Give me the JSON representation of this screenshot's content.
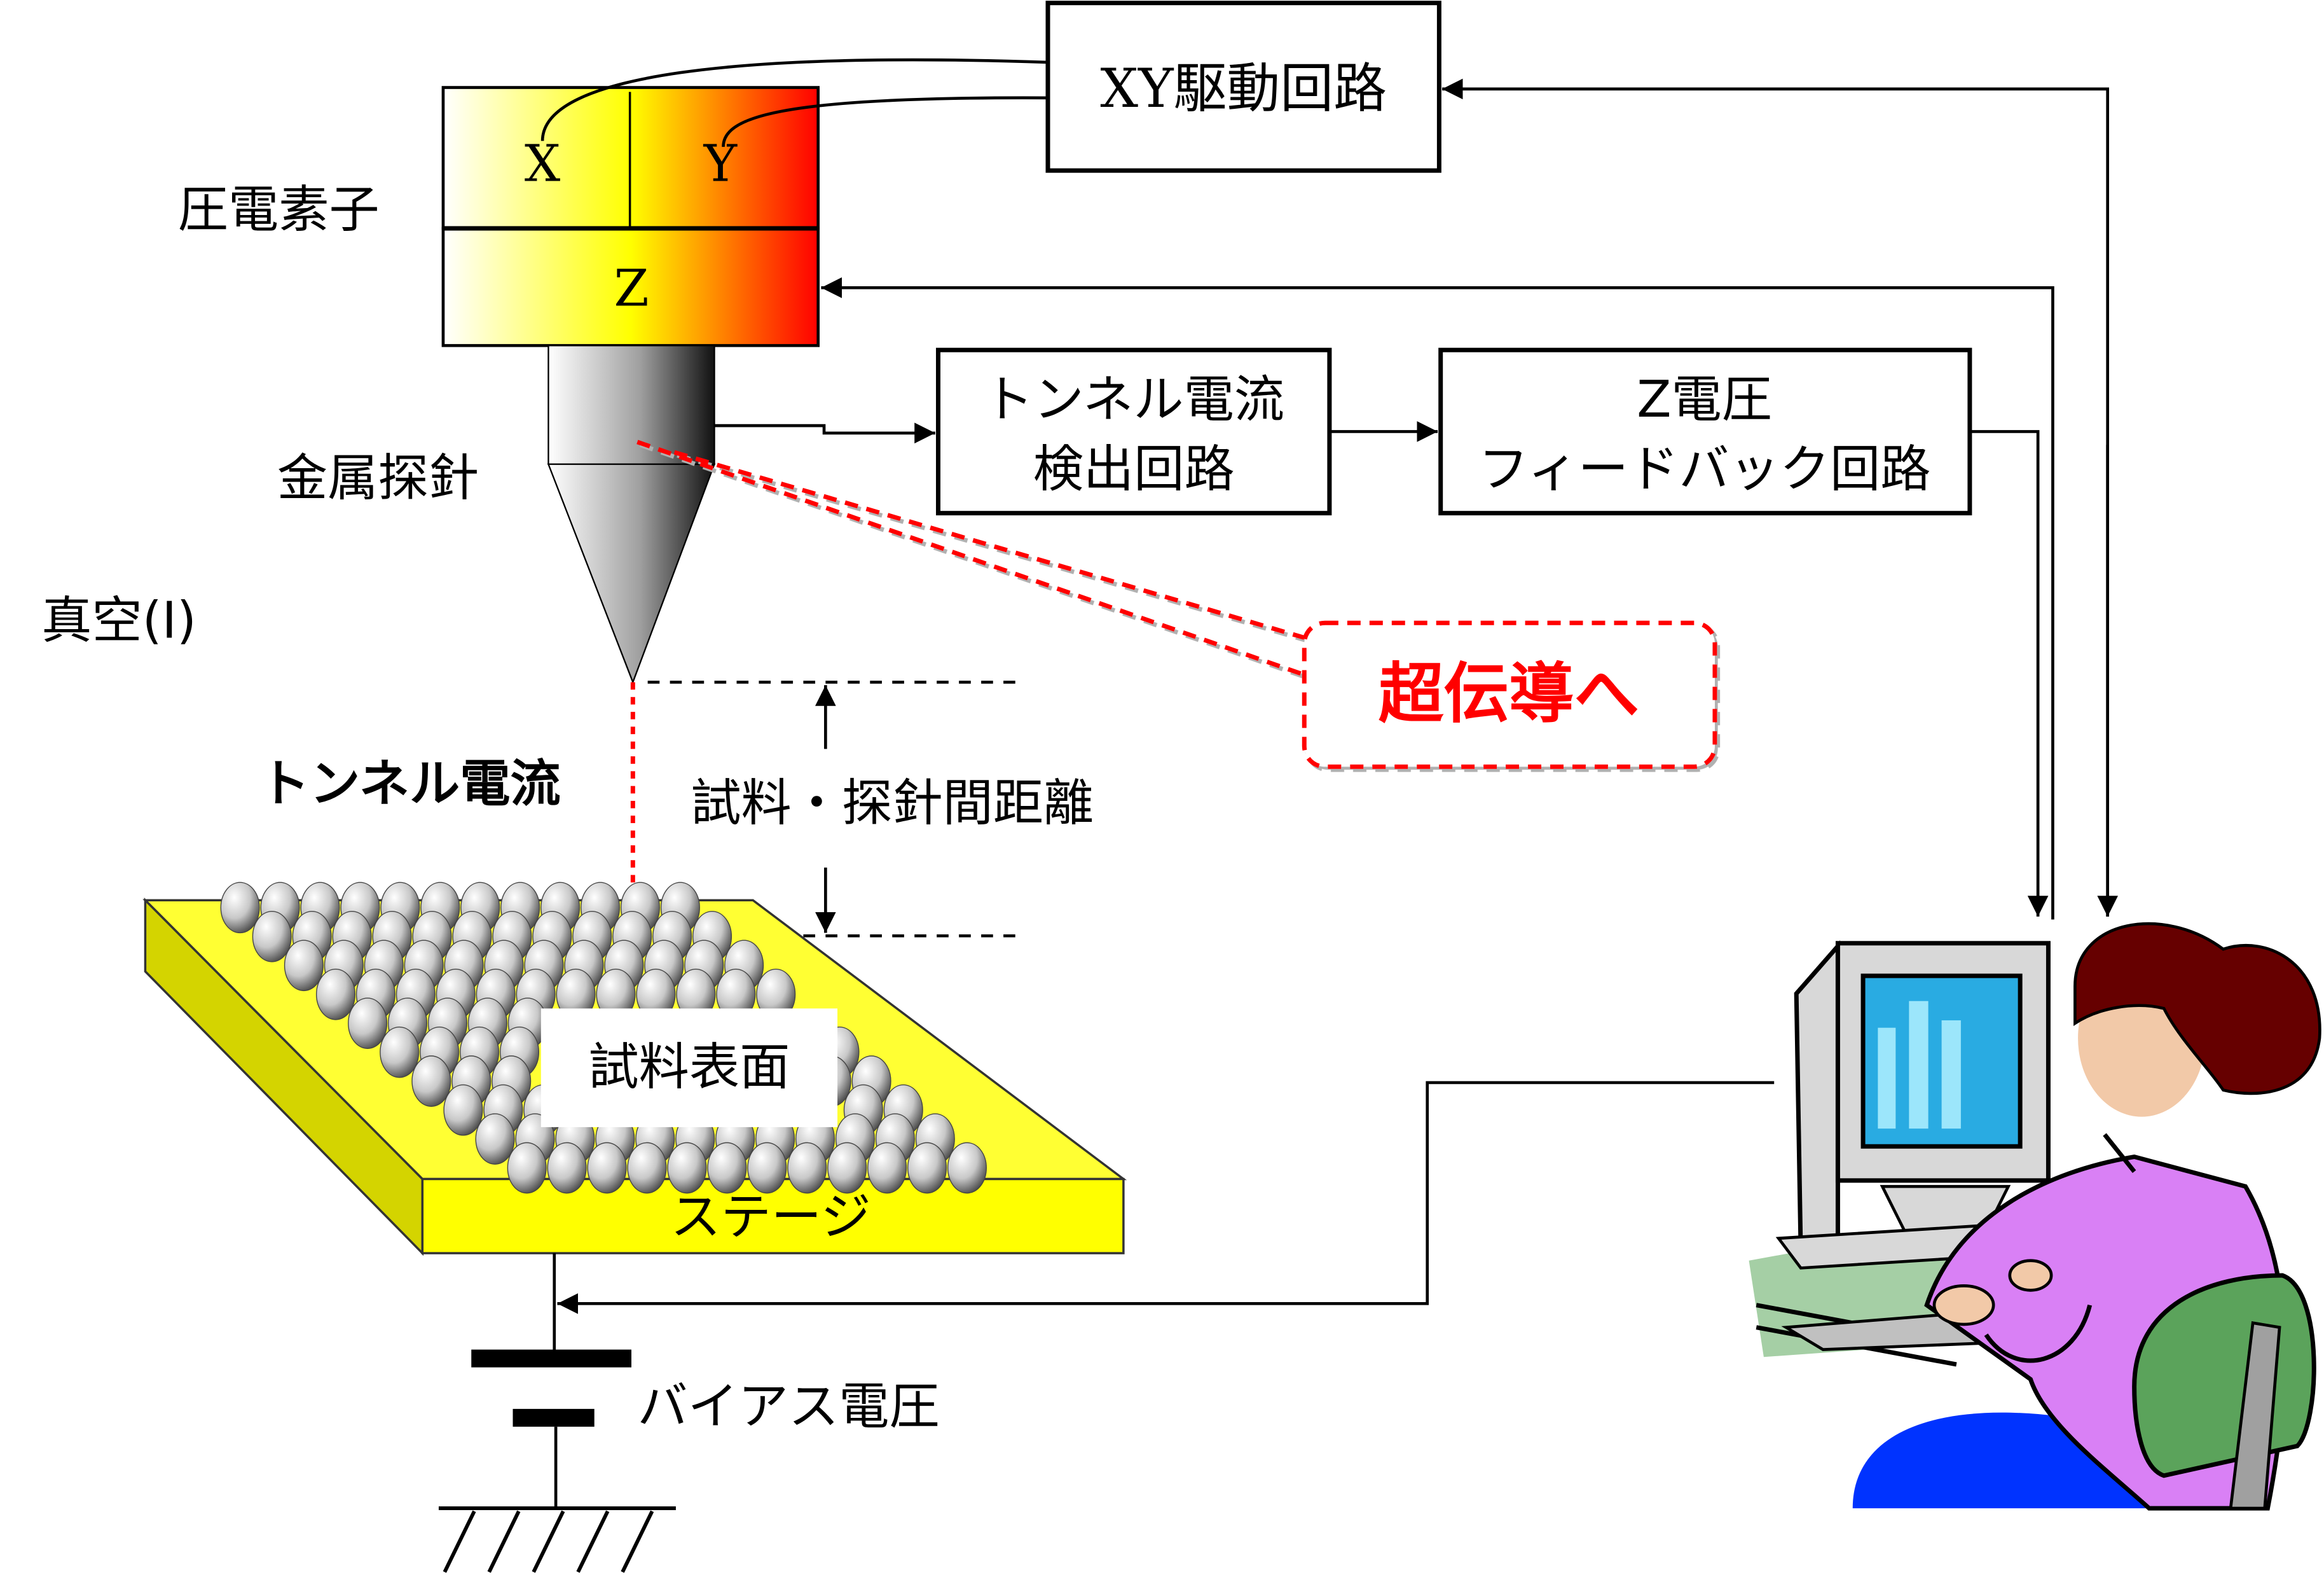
{
  "piezo": {
    "label": "圧電素子",
    "x_label": "X",
    "y_label": "Y",
    "z_label": "Z"
  },
  "probe": {
    "label": "金属探針"
  },
  "vacuum": {
    "label": "真空(I)"
  },
  "tunnel_current": {
    "label": "トンネル電流"
  },
  "distance": {
    "label": "試料・探針間距離"
  },
  "sample": {
    "label": "試料表面"
  },
  "stage": {
    "label": "ステージ"
  },
  "bias": {
    "label": "バイアス電圧"
  },
  "boxes": {
    "xy_drive": {
      "label": "XY駆動回路"
    },
    "tunnel_detect": {
      "line1": "トンネル電流",
      "line2": "検出回路"
    },
    "z_feedback": {
      "line1": "Z電圧",
      "line2": "フィードバック回路"
    }
  },
  "callout": {
    "label": "超伝導へ",
    "color": "#ff0000"
  },
  "colors": {
    "piezo_start": "#ffffff",
    "piezo_mid": "#ffff00",
    "piezo_end": "#ff0000",
    "stage_yellow": "#ffff00",
    "stage_side": "#d4d400",
    "monitor_screen": "#29abe2",
    "shirt": "#d980f5",
    "hair": "#660000",
    "chair": "#5ba35b",
    "desk": "#a5cfa5",
    "pants": "#0033ff"
  }
}
